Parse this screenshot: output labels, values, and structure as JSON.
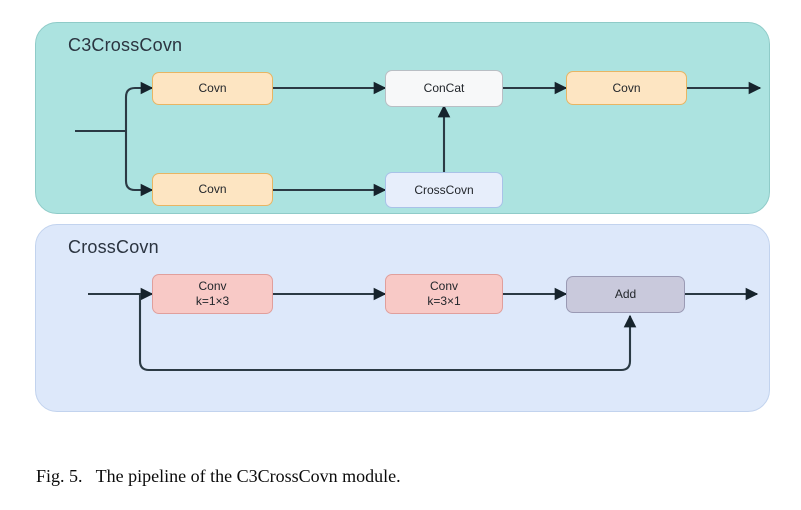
{
  "figure": {
    "caption": "Fig. 5.   The pipeline of the C3CrossCovn module.",
    "background": "#ffffff"
  },
  "panels": [
    {
      "id": "c3crosscovn",
      "title": "C3CrossCovn",
      "fill": "#ace3e0",
      "stroke": "#8fcbc8",
      "nodes": [
        {
          "id": "covn-top",
          "label": "Covn",
          "fill": "#fde5c2",
          "stroke": "#e8b563"
        },
        {
          "id": "concat",
          "label": "ConCat",
          "fill": "#f7f8f9",
          "stroke": "#b9bec4"
        },
        {
          "id": "covn-out",
          "label": "Covn",
          "fill": "#fde5c2",
          "stroke": "#e8b563"
        },
        {
          "id": "covn-bottom",
          "label": "Covn",
          "fill": "#fde5c2",
          "stroke": "#e8b563"
        },
        {
          "id": "crosscovn",
          "label": "CrossCovn",
          "fill": "#e7eefb",
          "stroke": "#a9c2e8"
        }
      ]
    },
    {
      "id": "crosscovn",
      "title": "CrossCovn",
      "fill": "#dde8fa",
      "stroke": "#c2d3ee",
      "nodes": [
        {
          "id": "conv-1x3",
          "label": "Conv",
          "sublabel": "k=1×3",
          "fill": "#f8c9c6",
          "stroke": "#e09f9c"
        },
        {
          "id": "conv-3x1",
          "label": "Conv",
          "sublabel": "k=3×1",
          "fill": "#f8c9c6",
          "stroke": "#e09f9c"
        },
        {
          "id": "add",
          "label": "Add",
          "sublabel": "",
          "fill": "#c9c9dc",
          "stroke": "#9a9ab4"
        }
      ]
    }
  ],
  "wires": {
    "color": "#2b3a44",
    "edges": [
      {
        "from": "input",
        "to": "covn-top"
      },
      {
        "from": "input",
        "to": "covn-bottom"
      },
      {
        "from": "covn-top",
        "to": "concat"
      },
      {
        "from": "concat",
        "to": "covn-out"
      },
      {
        "from": "covn-out",
        "to": "output"
      },
      {
        "from": "covn-bottom",
        "to": "crosscovn"
      },
      {
        "from": "crosscovn",
        "to": "concat"
      },
      {
        "from": "input2",
        "to": "conv-1x3"
      },
      {
        "from": "conv-1x3",
        "to": "conv-3x1"
      },
      {
        "from": "conv-3x1",
        "to": "add"
      },
      {
        "from": "add",
        "to": "output2"
      },
      {
        "from": "input2",
        "to": "add"
      }
    ]
  }
}
